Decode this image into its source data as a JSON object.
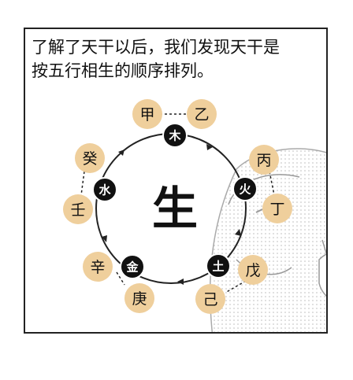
{
  "caption": {
    "line1": "了解了天干以后，我们发现天干是",
    "line2": "按五行相生的顺序排列。"
  },
  "center_label": "生",
  "colors": {
    "stem_fill": "#efcf9c",
    "element_fill": "#111111",
    "border": "#222222"
  },
  "elements": {
    "wood": "木",
    "fire": "火",
    "earth": "土",
    "metal": "金",
    "water": "水"
  },
  "stems": {
    "jia": "甲",
    "yi": "乙",
    "bing": "丙",
    "ding": "丁",
    "wu": "戊",
    "ji": "己",
    "geng": "庚",
    "xin": "辛",
    "ren": "壬",
    "gui": "癸"
  }
}
